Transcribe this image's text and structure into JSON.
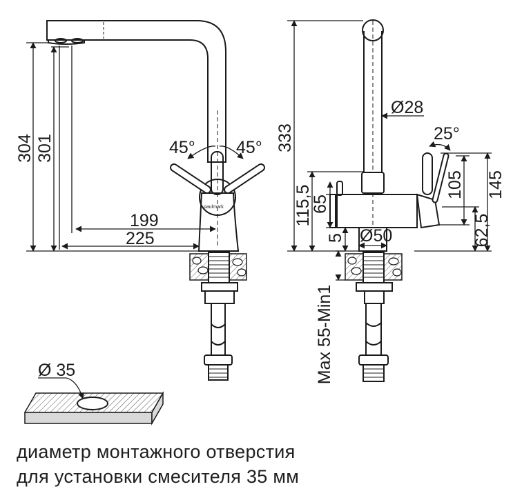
{
  "side_view": {
    "dims": {
      "total_height": "304",
      "spout_height": "301",
      "handle_angle_left": "45°",
      "handle_angle_right": "45°",
      "reach_inner": "199",
      "reach_outer": "225"
    },
    "brand_label": "paulmark"
  },
  "front_view": {
    "dims": {
      "total_height": "333",
      "spout_diameter": "Ø28",
      "lever_angle": "25°",
      "body_height": "115,5",
      "outlet_height": "65",
      "base_gap": "5",
      "base_diameter": "Ø50",
      "lever_top": "145",
      "lever_span": "105",
      "lever_base": "62,5",
      "countertop_thickness": "Max 55-Min1"
    }
  },
  "hole_diagram": {
    "diameter_label": "Ø 35"
  },
  "caption": {
    "line1": "диаметр монтажного отверстия",
    "line2": "для установки смесителя 35 мм"
  },
  "colors": {
    "line": "#1a1a1a",
    "background": "#ffffff",
    "slab_fill": "#d9d9d9"
  }
}
